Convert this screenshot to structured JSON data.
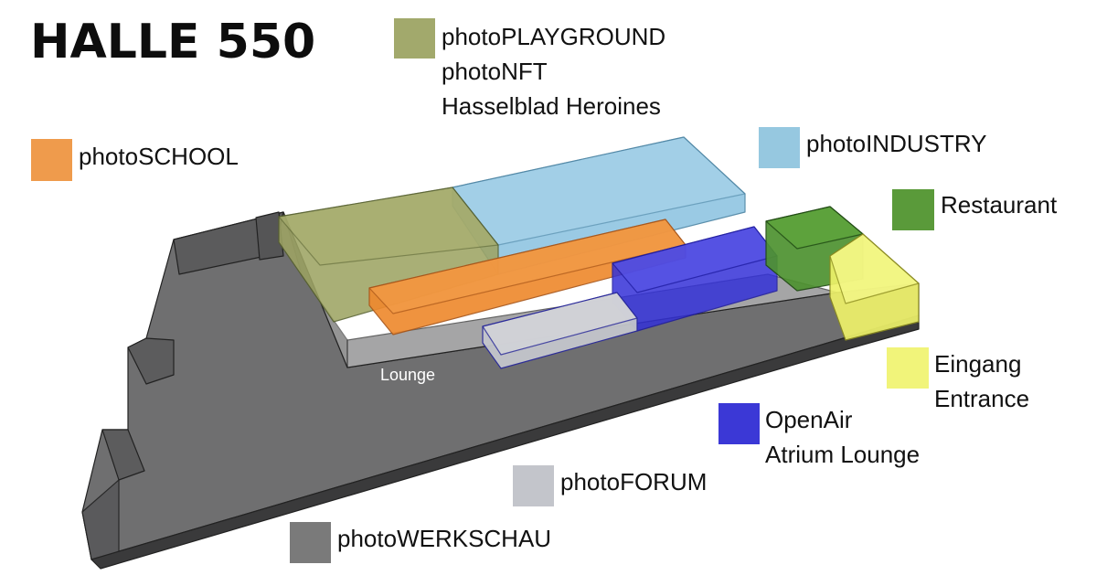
{
  "title": "HALLE 550",
  "map_labels": {
    "lounge": "Lounge"
  },
  "legend": [
    {
      "id": "playground",
      "lines": [
        "photoPLAYGROUND",
        "photoNFT",
        "Hasselblad Heroines"
      ],
      "color": "#a2a96c"
    },
    {
      "id": "school",
      "lines": [
        "photoSCHOOL"
      ],
      "color": "#ef9b4c"
    },
    {
      "id": "industry",
      "lines": [
        "photoINDUSTRY"
      ],
      "color": "#96c8e0"
    },
    {
      "id": "restaurant",
      "lines": [
        "Restaurant"
      ],
      "color": "#5a9a3a"
    },
    {
      "id": "eingang",
      "lines": [
        "Eingang",
        "Entrance"
      ],
      "color": "#f1f47a"
    },
    {
      "id": "openair",
      "lines": [
        "OpenAir",
        "Atrium Lounge"
      ],
      "color": "#3b38d6"
    },
    {
      "id": "forum",
      "lines": [
        "photoFORUM"
      ],
      "color": "#c3c5cb"
    },
    {
      "id": "werkschau",
      "lines": [
        "photoWERKSCHAU"
      ],
      "color": "#7a7a7a"
    }
  ]
}
